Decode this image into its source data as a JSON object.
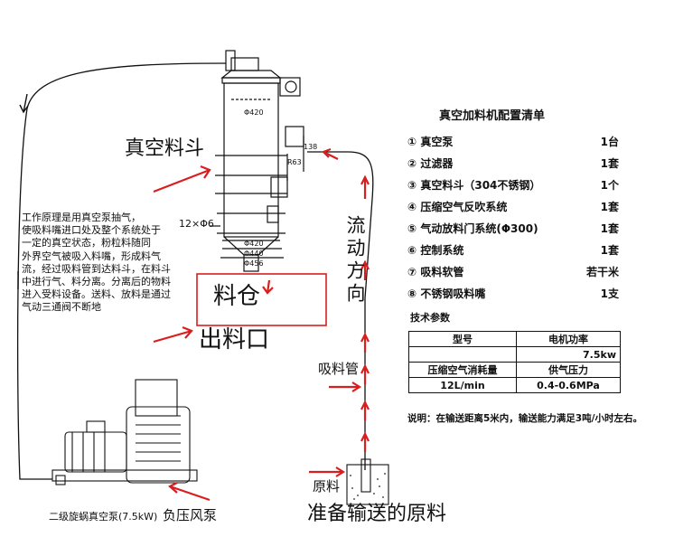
{
  "labels": {
    "vacuum_hopper": "真空料斗",
    "silo": "料仓",
    "outlet": "出料口",
    "flow_direction": "流动方向",
    "suction_pipe": "吸料管",
    "raw_material": "原料",
    "raw_material_to_convey": "准备输送的原料",
    "fan_caption": "二级旋蜗真空泵(7.5kW)",
    "negative_pressure_fan": "负压风泵",
    "hole_spec": "12×Φ6"
  },
  "dimensions": {
    "d_top": "Φ420",
    "d1": "Φ420",
    "d2": "Φ440",
    "d3": "Φ456",
    "h1": "R63",
    "h2": "138"
  },
  "description_lines": [
    "工作原理是用真空泵抽气，",
    "使吸料嘴进口处及整个系统处于",
    "一定的真空状态，粉粒料随同",
    "外界空气被吸入料嘴，形成料气",
    "流，经过吸料管到达料斗，在料斗",
    "中进行气、料分离。分离后的物料",
    "进入受料设备。送料、放料是通过",
    "气动三通阀不断地"
  ],
  "config": {
    "title": "真空加料机配置清单",
    "items": [
      {
        "num": "①",
        "name": "真空泵",
        "qty": "1台"
      },
      {
        "num": "②",
        "name": "过滤器",
        "qty": "1套"
      },
      {
        "num": "③",
        "name": "真空料斗（304不锈钢）",
        "qty": "1个"
      },
      {
        "num": "④",
        "name": "压缩空气反吹系统",
        "qty": "1套"
      },
      {
        "num": "⑤",
        "name": "气动放料门系统(Φ300)",
        "qty": "1套"
      },
      {
        "num": "⑥",
        "name": "控制系统",
        "qty": "1套"
      },
      {
        "num": "⑦",
        "name": "吸料软管",
        "qty": "若干米"
      },
      {
        "num": "⑧",
        "name": "不锈钢吸料嘴",
        "qty": "1支"
      }
    ]
  },
  "tech": {
    "title": "技术参数",
    "header": [
      "型号",
      "电机功率"
    ],
    "rows": [
      [
        "",
        "7.5kw"
      ],
      [
        "压缩空气消耗量",
        "供气压力"
      ],
      [
        "12L/min",
        "0.4-0.6MPa"
      ]
    ],
    "note": "说明：在输送距离5米内，输送能力满足3吨/小时左右。"
  },
  "colors": {
    "arrow": "#d81e1e",
    "line": "#111111"
  }
}
